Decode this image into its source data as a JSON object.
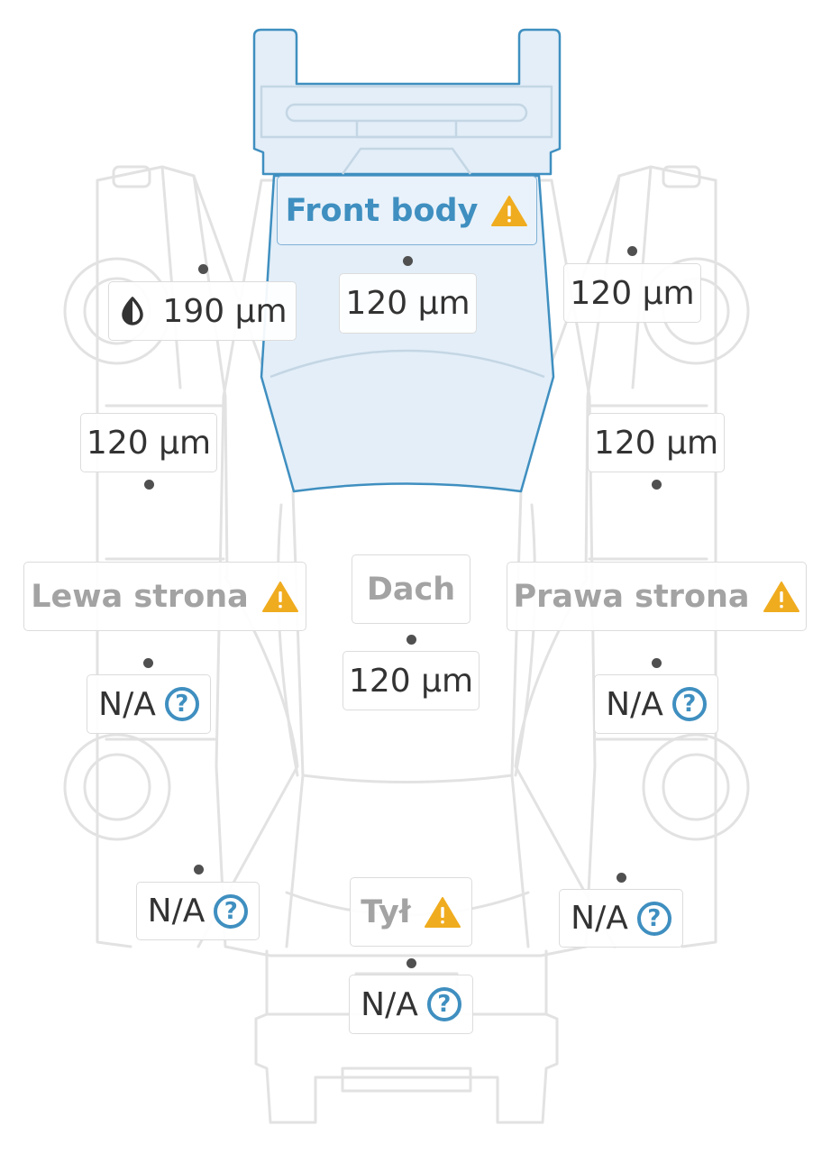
{
  "colors": {
    "accent": "#3f8fc0",
    "highlight_fill": "#e3eef8",
    "warning": "#f0ac1f",
    "outline": "#dcdcdc",
    "text": "#333333",
    "muted": "#a3a3a3"
  },
  "zones": {
    "front": {
      "label": "Front body",
      "warning": true,
      "active": true
    },
    "left": {
      "label": "Lewa strona",
      "warning": true,
      "active": false
    },
    "right": {
      "label": "Prawa strona",
      "warning": true,
      "active": false
    },
    "roof": {
      "label": "Dach",
      "warning": false,
      "active": false
    },
    "rear": {
      "label": "Tył",
      "warning": true,
      "active": false
    }
  },
  "measurements": {
    "hood": "120 µm",
    "front_left_fender": "190 µm",
    "front_right_fender": "120 µm",
    "left_front_door": "120 µm",
    "right_front_door": "120 µm",
    "roof": "120 µm",
    "left_rear_door": "N/A",
    "right_rear_door": "N/A",
    "left_rear_quarter": "N/A",
    "right_rear_quarter": "N/A",
    "trunk": "N/A"
  },
  "icons": {
    "warning": "warning-triangle-icon",
    "unknown": "question-circle-icon",
    "repaint": "paint-drop-icon"
  }
}
